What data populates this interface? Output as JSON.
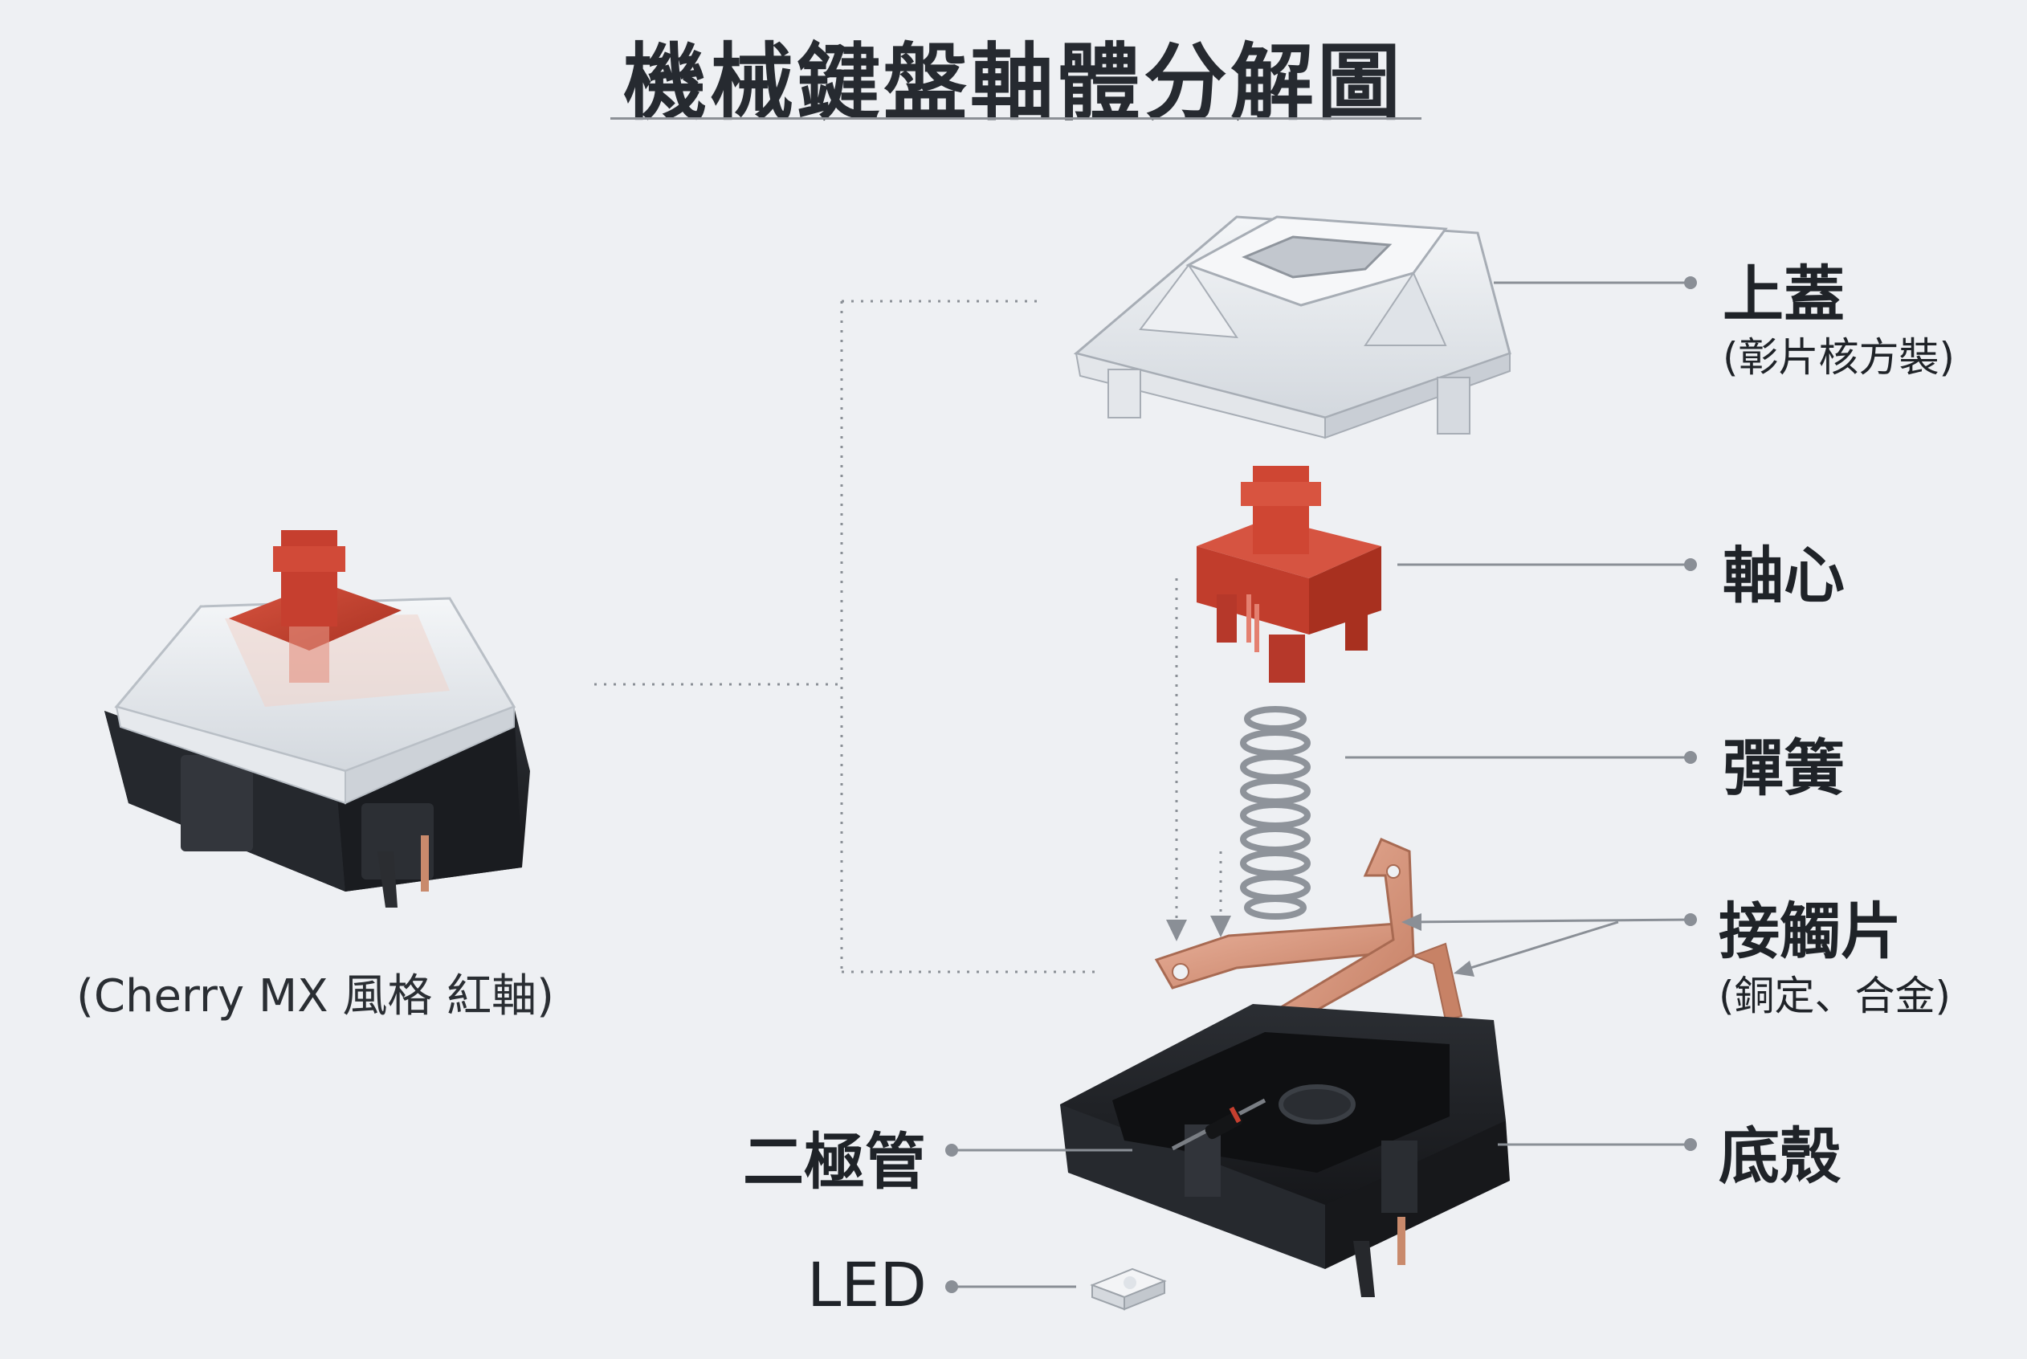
{
  "title": "機械鍵盤軸體分解圖",
  "assembled_caption": "(Cherry MX 風格 紅軸)",
  "labels": {
    "top_housing": {
      "name": "上蓋",
      "note": "(彰片核方裝)"
    },
    "stem": {
      "name": "軸心"
    },
    "spring": {
      "name": "彈簧"
    },
    "contact": {
      "name": "接觸片",
      "note": "(銅定、合金)"
    },
    "bottom_housing": {
      "name": "底殼"
    },
    "diode": {
      "name": "二極管"
    },
    "led": {
      "name": "LED"
    }
  },
  "colors": {
    "background": "#eef0f3",
    "stem_red": "#c63f2f",
    "housing_black": "#1e2024",
    "transparent_top": "#dfe3e8",
    "copper": "#d6967a",
    "leader_line": "#8a8f96"
  }
}
